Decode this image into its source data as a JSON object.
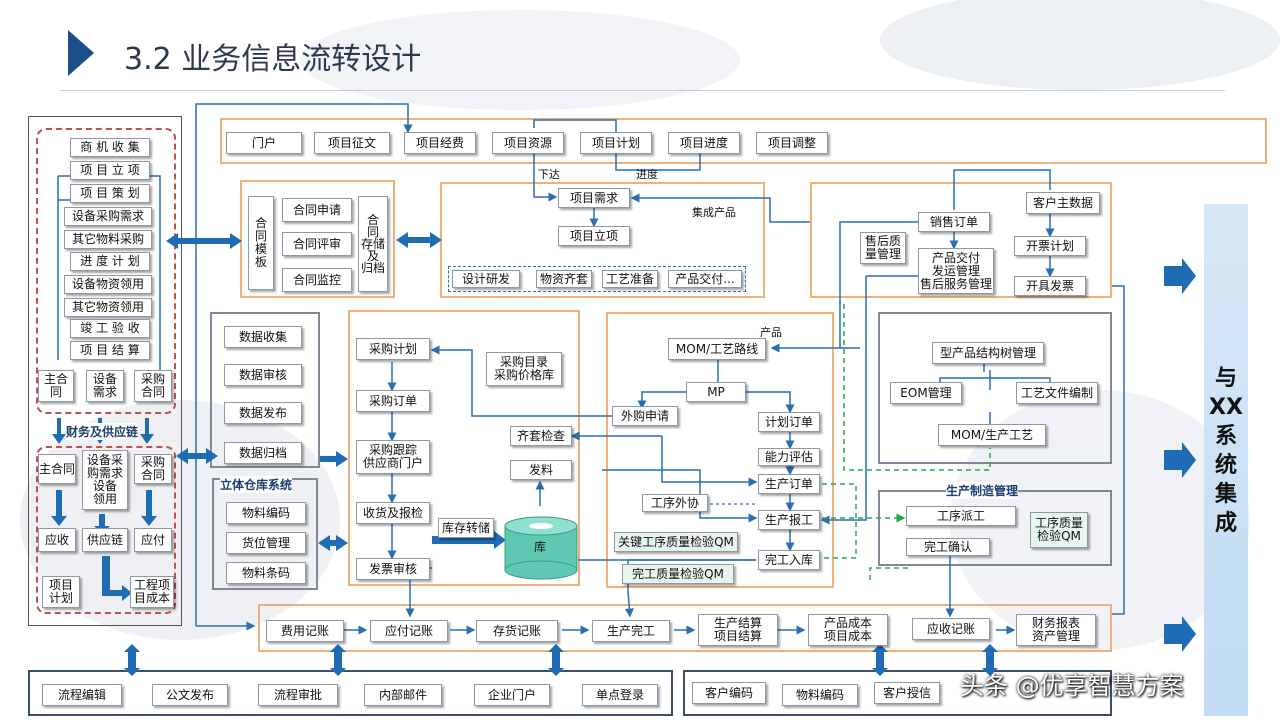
{
  "header": {
    "title": "3.2 业务信息流转设计"
  },
  "colors": {
    "accent": "#1c4f8a",
    "orange": "#f0b078",
    "arrow": "#2a6fb0",
    "green_dash": "#2aa84a",
    "red_dash": "#c0504d",
    "panel": "#cfe3f6"
  },
  "portal_row": [
    "门户",
    "项目征文",
    "项目经费",
    "项目资源",
    "项目计划",
    "项目进度",
    "项目调整"
  ],
  "flow_labels": {
    "xiada": "下达",
    "jindu": "进度",
    "jicheng": "集成产品",
    "chanpin": "产品",
    "caiwu": "财务及供应链",
    "liti": "立体仓库系统",
    "shengchan": "生产制造管理"
  },
  "left_panel": {
    "top_items": [
      "商 机 收 集",
      "项 目 立 项",
      "项 目 策 划",
      "设备采购需求",
      "其它物料采购",
      "进 度 计 划",
      "设备物资领用",
      "其它物资领用",
      "竣 工 验 收",
      "项 目 结 算"
    ],
    "top_bottom": [
      "主合同",
      "设备\n需求",
      "采购\n合同"
    ],
    "lower_top": [
      "主合同",
      "设备采\n购需求\n设备\n领用",
      "采购\n合同"
    ],
    "lower_mid": [
      "应收",
      "供应链",
      "应付"
    ],
    "lower_bot": [
      "项目\n计划",
      "工程项\n目成本"
    ]
  },
  "contract": {
    "vertical": "合\n同\n模\n板",
    "items": [
      "合同申请",
      "合同评审",
      "合同监控"
    ],
    "store": "合\n同\n存储\n及\n归档"
  },
  "integration": {
    "items": [
      "项目需求",
      "项目立项"
    ],
    "sub": [
      "设计研发",
      "物资齐套",
      "工艺准备",
      "产品交付..."
    ]
  },
  "sales": {
    "order": "销售订单",
    "customer": "客户主数据",
    "aftersale_q": "售后质\n量管理",
    "delivery": "产品交付\n发运管理\n售后服务管理",
    "invoice_plan": "开票计划",
    "invoice": "开具发票"
  },
  "data_panel": [
    "数据收集",
    "数据审核",
    "数据发布",
    "数据归档"
  ],
  "warehouse": [
    "物料编码",
    "货位管理",
    "物料条码"
  ],
  "purchase": {
    "items": [
      "采购计划",
      "采购订单",
      "采购跟踪\n供应商门户",
      "收货及报检",
      "发票审核"
    ],
    "catalog": "采购目录\n采购价格库",
    "stock_transfer": "库存转储",
    "kit_check": "齐套检查",
    "issue": "发料",
    "store": "库"
  },
  "mom": {
    "route": "MOM/工艺路线",
    "mp": "MP",
    "outsource_req": "外购申请",
    "plan_order": "计划订单",
    "capacity": "能力评估",
    "prod_order": "生产订单",
    "outsource": "工序外协",
    "prod_report": "生产报工",
    "finish_in": "完工入库",
    "key_qm": "关键工序质量检验QM",
    "finish_qm": "完工质量检验QM"
  },
  "plm": {
    "bom": "型产品结构树管理",
    "eom": "EOM管理",
    "doc": "工艺文件编制",
    "mom_proc": "MOM/生产工艺"
  },
  "mes": {
    "dispatch": "工序派工",
    "confirm": "完工确认",
    "proc_qm": "工序质量\n检验QM"
  },
  "finance_row": [
    "费用记账",
    "应付记账",
    "存货记账",
    "生产完工",
    "生产结算\n项目结算",
    "产品成本\n项目成本",
    "应收记账",
    "财务报表\n资产管理"
  ],
  "bottom_left": [
    "流程编辑",
    "公文发布",
    "流程审批",
    "内部邮件",
    "企业门户",
    "单点登录"
  ],
  "bottom_right": [
    "客户编码",
    "物料编码",
    "客户授信"
  ],
  "right_panel": [
    "与",
    "XX",
    "系",
    "统",
    "集",
    "成"
  ],
  "watermark": "头条 @优享智慧方案"
}
